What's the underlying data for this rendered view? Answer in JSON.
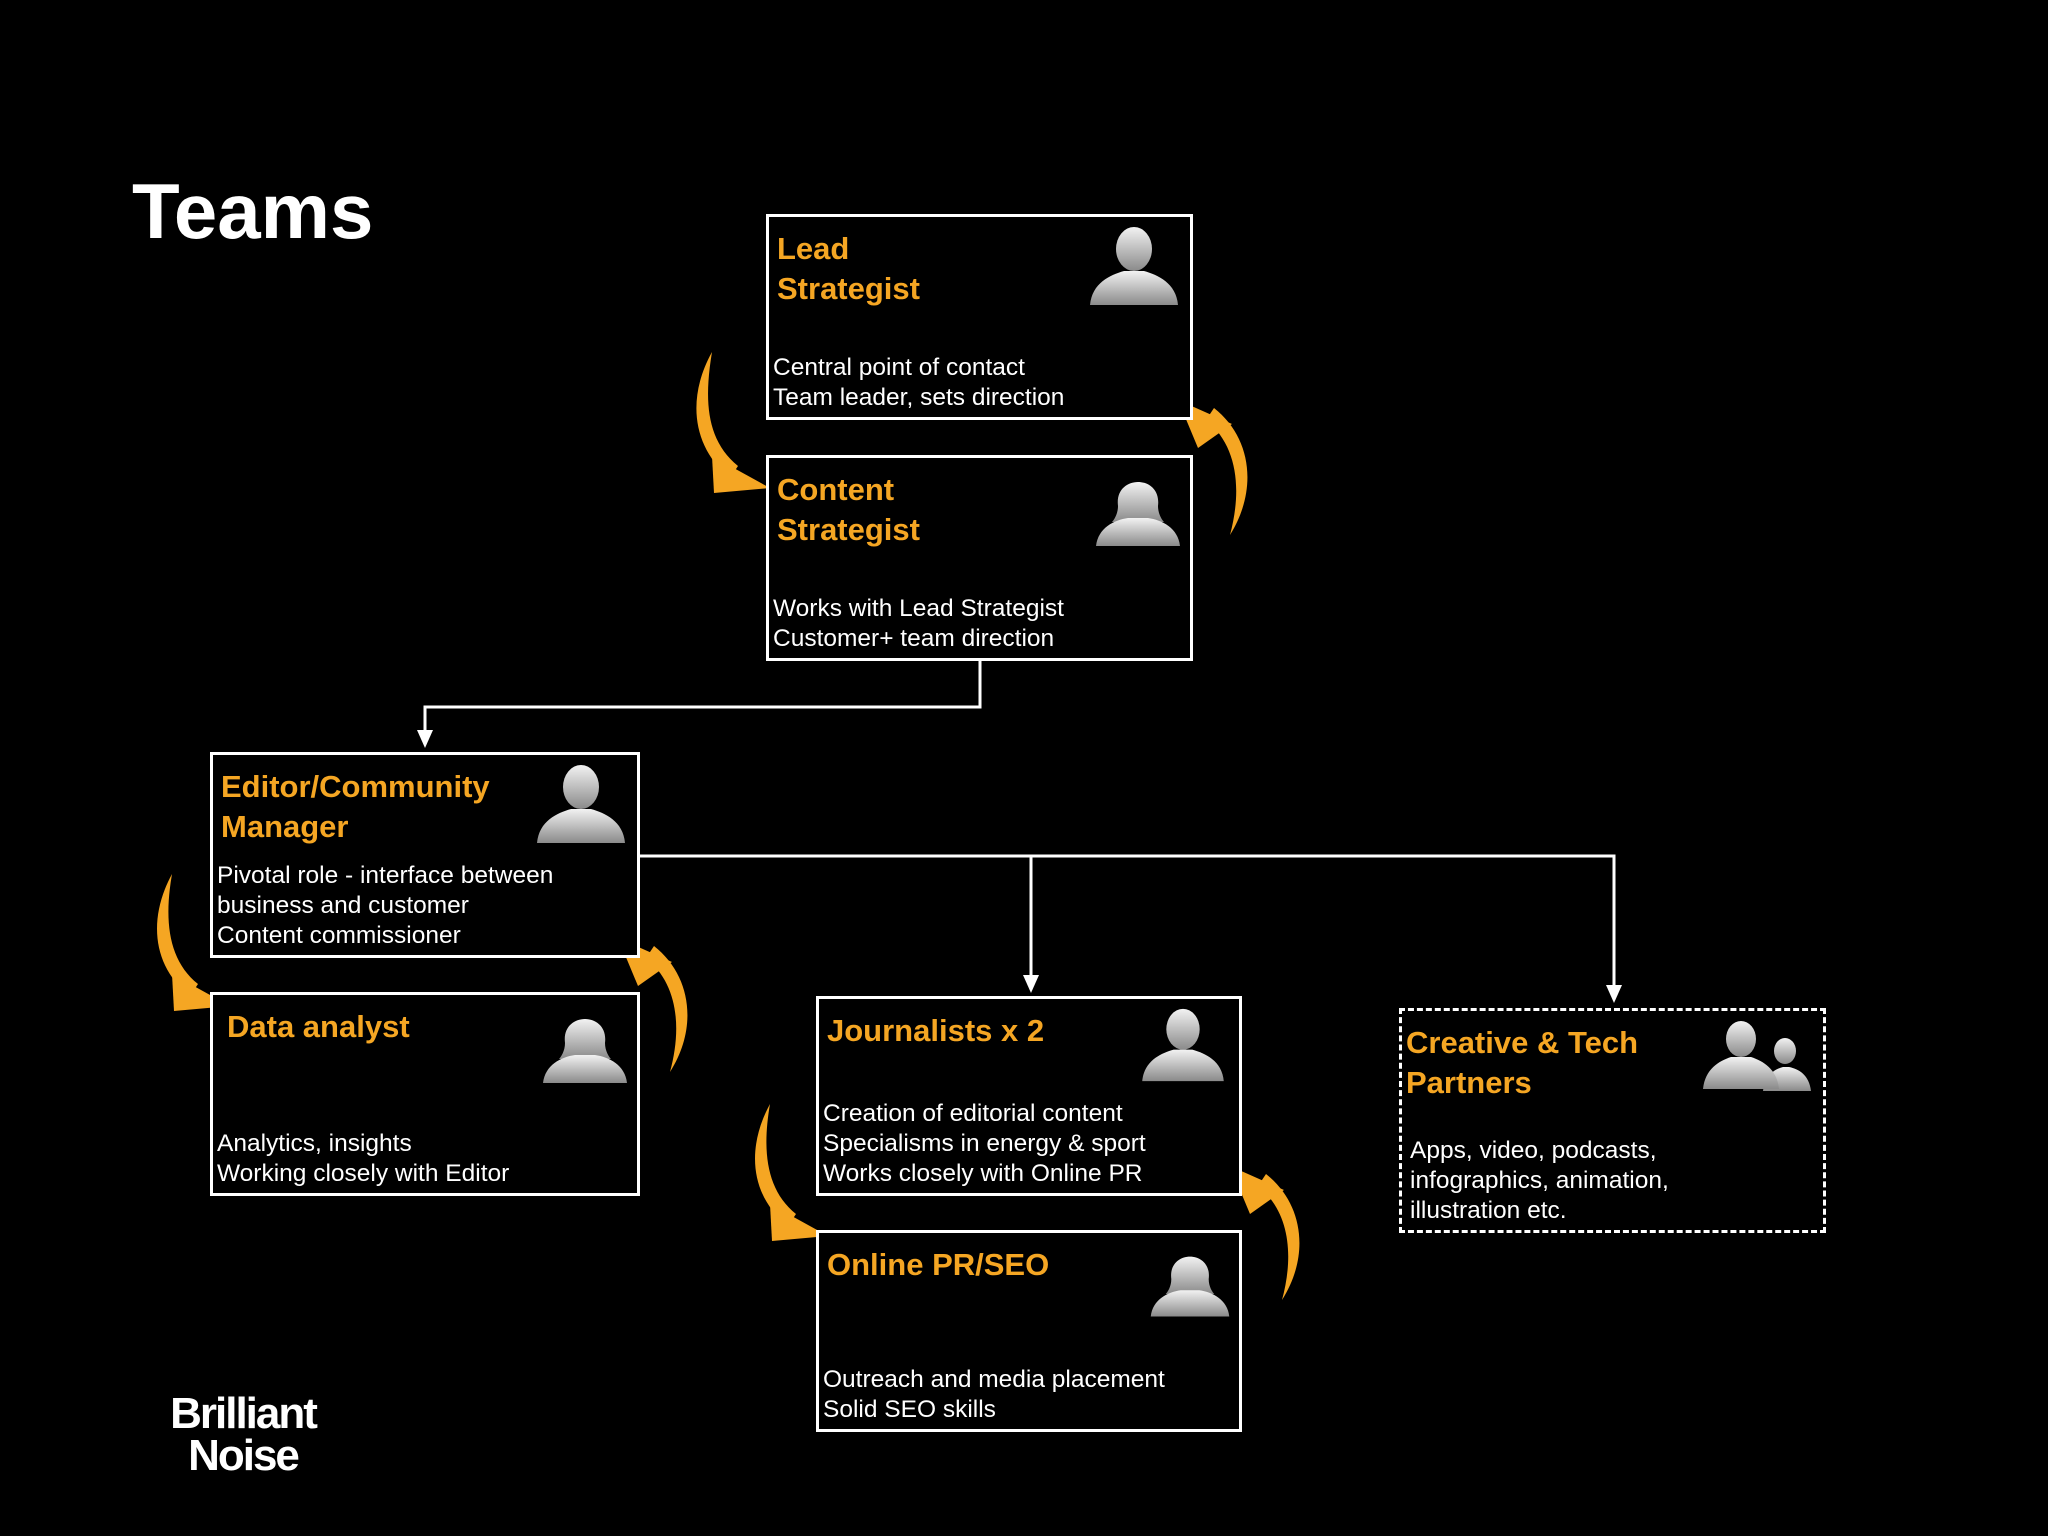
{
  "slide": {
    "title": "Teams",
    "logo_line1": "Brilliant",
    "logo_line2": "Noise"
  },
  "colors": {
    "background": "#000000",
    "accent": "#f5a623",
    "line": "#ffffff"
  },
  "nodes": {
    "lead_strategist": {
      "title": "Lead\nStrategist",
      "description": "Central point of contact\nTeam leader, sets direction",
      "icon": "male-person-icon"
    },
    "content_strategist": {
      "title": "Content\nStrategist",
      "description": "Works with Lead Strategist\nCustomer+ team direction",
      "icon": "female-person-icon"
    },
    "editor": {
      "title": "Editor/Community\nManager",
      "description": "Pivotal role - interface between\nbusiness and customer\nContent commissioner",
      "icon": "male-person-icon"
    },
    "data_analyst": {
      "title": "Data analyst",
      "description": "Analytics, insights\nWorking closely with Editor",
      "icon": "female-person-icon"
    },
    "journalists": {
      "title": "Journalists x 2",
      "description": "Creation of editorial content\nSpecialisms in energy & sport\nWorks closely with Online PR",
      "icon": "male-person-icon"
    },
    "online_pr": {
      "title": "Online PR/SEO",
      "description": "Outreach and media placement\nSolid SEO skills",
      "icon": "female-person-icon"
    },
    "creative_tech": {
      "title": "Creative & Tech\nPartners",
      "description": "Apps, video, podcasts,\ninfographics, animation,\nillustration etc.",
      "icon": "group-people-icon"
    }
  }
}
